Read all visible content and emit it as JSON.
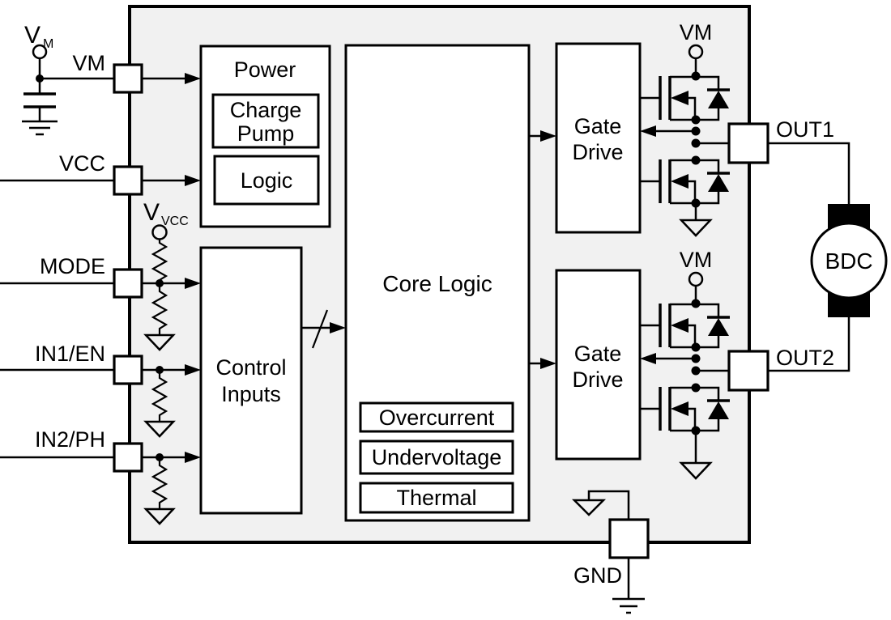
{
  "diagram": {
    "pins": {
      "vm": "VM",
      "vcc": "VCC",
      "mode": "MODE",
      "in1": "IN1/EN",
      "in2": "IN2/PH",
      "out1": "OUT1",
      "out2": "OUT2",
      "gnd": "GND"
    },
    "supplies": {
      "vm_symbol": "V",
      "vm_symbol_sub": "M",
      "vvcc_symbol": "V",
      "vvcc_symbol_sub": "VCC",
      "vm_rail_1": "VM",
      "vm_rail_2": "VM"
    },
    "blocks": {
      "power": "Power",
      "charge_pump_1": "Charge",
      "charge_pump_2": "Pump",
      "logic": "Logic",
      "control_1": "Control",
      "control_2": "Inputs",
      "core": "Core Logic",
      "overcurrent": "Overcurrent",
      "undervoltage": "Undervoltage",
      "thermal": "Thermal",
      "gate_drive_1_1": "Gate",
      "gate_drive_1_2": "Drive",
      "gate_drive_2_1": "Gate",
      "gate_drive_2_2": "Drive"
    },
    "motor": {
      "label": "BDC"
    },
    "colors": {
      "chip_fill": "#f1f1f1",
      "block_fill": "#ffffff",
      "line": "#000000"
    }
  }
}
